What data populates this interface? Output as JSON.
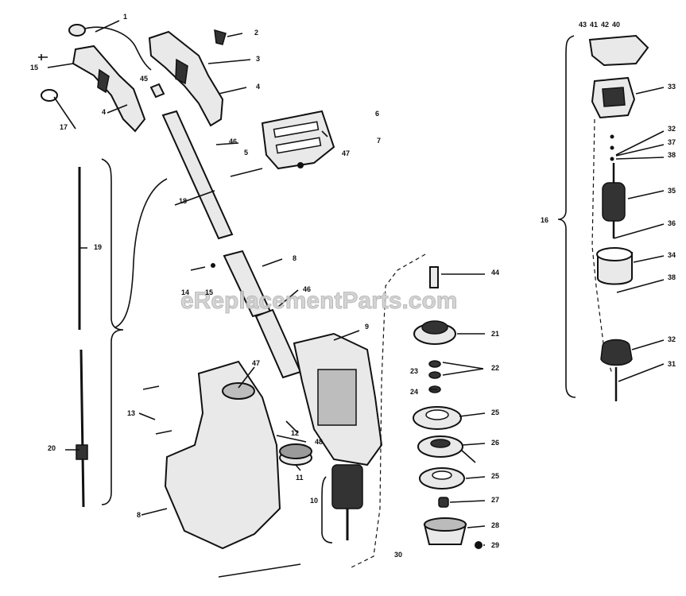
{
  "watermark": "eReplacementParts.com",
  "callouts": [
    "1",
    "2",
    "3",
    "4",
    "4",
    "15",
    "17",
    "45",
    "46",
    "5",
    "6",
    "7",
    "47",
    "18",
    "19",
    "8",
    "14",
    "15",
    "46",
    "9",
    "47",
    "13",
    "12",
    "48",
    "11",
    "10",
    "20",
    "8",
    "44",
    "21",
    "22",
    "23",
    "24",
    "25",
    "26",
    "25",
    "27",
    "28",
    "29",
    "30",
    "43",
    "41",
    "42",
    "40",
    "33",
    "32",
    "37",
    "38",
    "35",
    "36",
    "34",
    "38",
    "32",
    "31",
    "16"
  ]
}
